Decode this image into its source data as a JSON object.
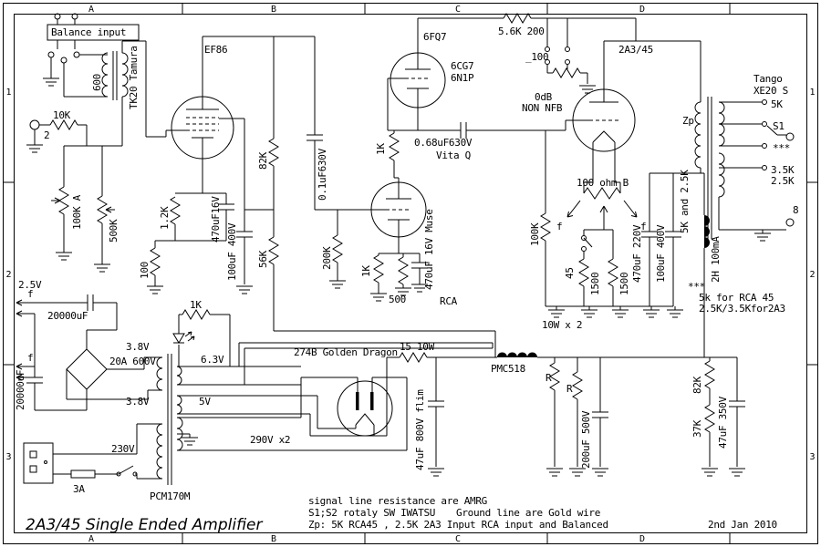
{
  "colors": {
    "ink": "#000000",
    "paper": "#ffffff"
  },
  "grid": {
    "cols": [
      "A",
      "B",
      "C",
      "D"
    ],
    "rows": [
      "1",
      "2",
      "3"
    ]
  },
  "title_block": {
    "title": "2A3/45 Single Ended Amplifier",
    "date": "2nd Jan 2010",
    "notes": [
      "signal line resistance are AMRG",
      "S1;S2 rotaly SW IWATSU",
      "Ground line are Gold wire",
      "Zp: 5K RCA45 , 2.5K 2A3 Input RCA input and Balanced"
    ]
  },
  "input_section": {
    "balance_input": "Balance input",
    "impedance": "600",
    "transformer": "TK20 Tamura",
    "rca_number": "2",
    "r_10k": "10K",
    "pot_volume": "100K A",
    "pot_balance": "500K"
  },
  "ef86_section": {
    "tube": "EF86",
    "r_cathode": "1.2K",
    "r_100": "100",
    "c_cathode": "470uF16V",
    "c_screen": "100uF 400V",
    "r_plate": "82K",
    "r_screen": "56K",
    "c_coupling": "0.1uF630V",
    "r_grid": "200K"
  },
  "driver_section": {
    "tube": "6FQ7",
    "tube_alt1": "6CG7",
    "tube_alt2": "6N1P",
    "r_upper": "1K",
    "c_coupling": "0.68uF630V",
    "c_brand": "Vita Q",
    "r_cathode": "1K",
    "r_tail": "500",
    "c_bypass": "470uF 16V Muse",
    "jack": "RCA"
  },
  "nfb_section": {
    "r_fb": "5.6K 200",
    "r_shunt": "_100",
    "level": "0dB",
    "mode": "NON NFB"
  },
  "output_section": {
    "tube": "2A3/45",
    "hum_pot": "100 ohm B",
    "r_grid": "100K",
    "sw_45": "45",
    "r_bias1": "1500",
    "r_bias2": "1500",
    "power": "10W x 2",
    "c_filter1": "470uF 220V",
    "c_filter2": "100uF 400V",
    "zp": "Zp",
    "zp_value": "5K and 2.5K",
    "tag_f": "f"
  },
  "opt_section": {
    "brand": "Tango",
    "model": "XE20 S",
    "tap_5k": "5K",
    "s1": "S1",
    "stars": "***",
    "tap_35k": "3.5K",
    "tap_25k": "2.5K",
    "ohm_8": "8",
    "choke": "2H 100mA",
    "stars2": "***",
    "note1": "5k for RCA 45",
    "note2": "2.5K/3.5Kfor2A3"
  },
  "heater_section": {
    "v_25": "2.5V",
    "c_filter1": "20000uF",
    "v_38a": "3.8V",
    "bridge": "20A 600V",
    "c_filter2": "20000uF",
    "v_38b": "3.8V",
    "r_led": "1K",
    "v_63": "6.3V",
    "v_5": "5V",
    "v_290": "290V x2",
    "v_230": "230V",
    "fuse": "3A",
    "transformer": "PCM170M",
    "tag_f": "f"
  },
  "rectifier_section": {
    "tube": "274B Golden Dragon",
    "r_filter": "15 10W",
    "c_input": "47uF 800V flim",
    "choke": "PMC518",
    "r_a": "R",
    "r_b": "R",
    "c_filter": "200uF 500V",
    "r_bleed1": "82K",
    "r_bleed2": "37K",
    "c_output": "47uF 350V"
  }
}
